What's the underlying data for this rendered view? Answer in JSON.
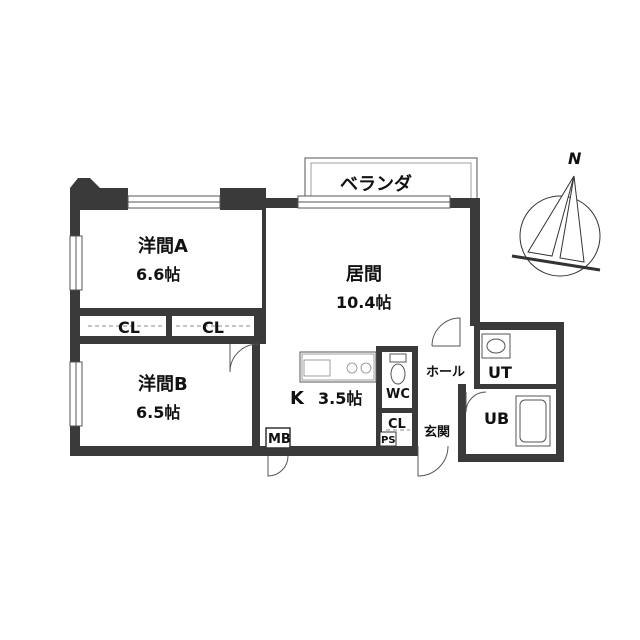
{
  "rooms": {
    "youma_a": {
      "name": "洋間A",
      "size": "6.6帖"
    },
    "youma_b": {
      "name": "洋間B",
      "size": "6.5帖"
    },
    "kyoma": {
      "name": "居間",
      "size": "10.4帖"
    },
    "kitchen": {
      "name": "K",
      "size": "3.5帖"
    },
    "veranda": "ベランダ",
    "cl_1": "CL",
    "cl_2": "CL",
    "cl_3": "CL",
    "wc": "WC",
    "hall": "ホール",
    "ut": "UT",
    "ub": "UB",
    "genkan": "玄関",
    "mb": "MB",
    "ps": "PS"
  },
  "compass": {
    "label": "N"
  }
}
